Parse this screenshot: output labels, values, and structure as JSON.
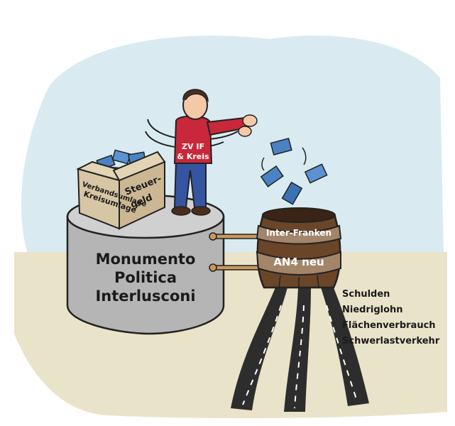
{
  "monument": {
    "line1": "Monumento",
    "line2": "Politica",
    "line3": "Interlusconi"
  },
  "box": {
    "side_line1": "Verbandsumlage",
    "side_line2": "Kreisumlage",
    "front_line1": "Steuer-",
    "front_line2": "geld"
  },
  "person_shirt": {
    "line1": "ZV IF",
    "line2": "& Kreis"
  },
  "barrel": {
    "top_label": "Inter-Franken",
    "main_label": "AN4 neu"
  },
  "consequences": [
    "Schulden",
    "Niedriglohn",
    "Flächenverbrauch",
    "Schwerlastverkehr"
  ],
  "colors": {
    "sky": "#d9ebf0",
    "ground": "#e9e4c9",
    "pedestal": "#b9b9b9",
    "shirt": "#c8283a",
    "jeans": "#3555a3",
    "barrel_wood": "#6b4528",
    "barrel_band": "#a3856a",
    "money": "#4a82c4",
    "road": "#2d2d2d",
    "rod": "#c89a5a"
  }
}
